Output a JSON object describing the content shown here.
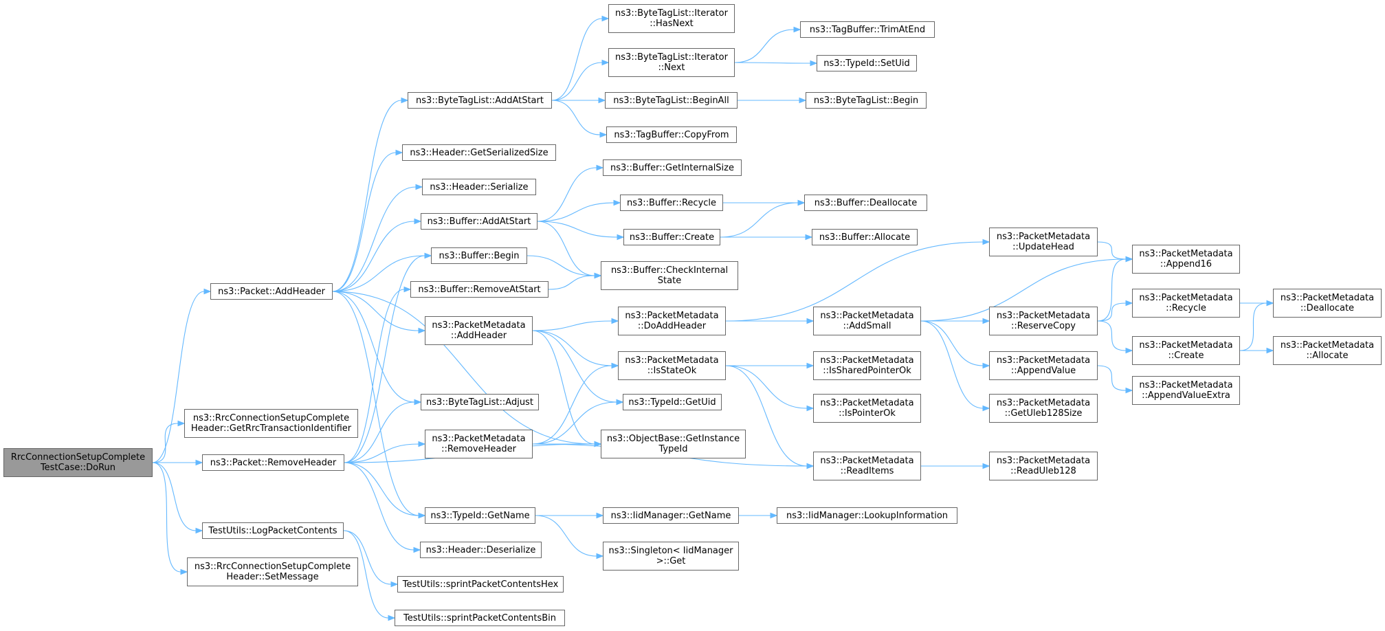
{
  "colors": {
    "edge": "#63b8ff",
    "node_border": "#666666",
    "root_fill": "#999999",
    "node_fill": "#ffffff"
  },
  "nodes": [
    {
      "id": "root",
      "label": "RrcConnectionSetupComplete\nTestCase::DoRun"
    },
    {
      "id": "addheader",
      "label": "ns3::Packet::AddHeader"
    },
    {
      "id": "getrrc",
      "label": "ns3::RrcConnectionSetupComplete\nHeader::GetRrcTransactionIdentifier"
    },
    {
      "id": "removeheader",
      "label": "ns3::Packet::RemoveHeader"
    },
    {
      "id": "logpkt",
      "label": "TestUtils::LogPacketContents"
    },
    {
      "id": "setmsg",
      "label": "ns3::RrcConnectionSetupComplete\nHeader::SetMessage"
    },
    {
      "id": "btl_addatstart",
      "label": "ns3::ByteTagList::AddAtStart"
    },
    {
      "id": "hdr_getsize",
      "label": "ns3::Header::GetSerializedSize"
    },
    {
      "id": "hdr_serialize",
      "label": "ns3::Header::Serialize"
    },
    {
      "id": "buf_addatstart",
      "label": "ns3::Buffer::AddAtStart"
    },
    {
      "id": "buf_begin",
      "label": "ns3::Buffer::Begin"
    },
    {
      "id": "buf_removeatstart",
      "label": "ns3::Buffer::RemoveAtStart"
    },
    {
      "id": "pm_addheader",
      "label": "ns3::PacketMetadata\n::AddHeader"
    },
    {
      "id": "btl_adjust",
      "label": "ns3::ByteTagList::Adjust"
    },
    {
      "id": "pm_removeheader",
      "label": "ns3::PacketMetadata\n::RemoveHeader"
    },
    {
      "id": "typeid_getname",
      "label": "ns3::TypeId::GetName"
    },
    {
      "id": "hdr_deserialize",
      "label": "ns3::Header::Deserialize"
    },
    {
      "id": "tu_hex",
      "label": "TestUtils::sprintPacketContentsHex"
    },
    {
      "id": "tu_bin",
      "label": "TestUtils::sprintPacketContentsBin"
    },
    {
      "id": "it_hasnext",
      "label": "ns3::ByteTagList::Iterator\n::HasNext"
    },
    {
      "id": "it_next",
      "label": "ns3::ByteTagList::Iterator\n::Next"
    },
    {
      "id": "btl_beginall",
      "label": "ns3::ByteTagList::BeginAll"
    },
    {
      "id": "tb_copyfrom",
      "label": "ns3::TagBuffer::CopyFrom"
    },
    {
      "id": "buf_getinternalsize",
      "label": "ns3::Buffer::GetInternalSize"
    },
    {
      "id": "buf_recycle",
      "label": "ns3::Buffer::Recycle"
    },
    {
      "id": "buf_create",
      "label": "ns3::Buffer::Create"
    },
    {
      "id": "buf_checkinternal",
      "label": "ns3::Buffer::CheckInternal\nState"
    },
    {
      "id": "pm_doaddheader",
      "label": "ns3::PacketMetadata\n::DoAddHeader"
    },
    {
      "id": "pm_isstateok",
      "label": "ns3::PacketMetadata\n::IsStateOk"
    },
    {
      "id": "typeid_getuid",
      "label": "ns3::TypeId::GetUid"
    },
    {
      "id": "ob_getinstancetypeid",
      "label": "ns3::ObjectBase::GetInstance\nTypeId"
    },
    {
      "id": "iid_getname",
      "label": "ns3::IidManager::GetName"
    },
    {
      "id": "singleton_get",
      "label": "ns3::Singleton< IidManager\n>::Get"
    },
    {
      "id": "tb_trimatend",
      "label": "ns3::TagBuffer::TrimAtEnd"
    },
    {
      "id": "typeid_setuid",
      "label": "ns3::TypeId::SetUid"
    },
    {
      "id": "btl_begin",
      "label": "ns3::ByteTagList::Begin"
    },
    {
      "id": "buf_deallocate",
      "label": "ns3::Buffer::Deallocate"
    },
    {
      "id": "buf_allocate",
      "label": "ns3::Buffer::Allocate"
    },
    {
      "id": "pm_addsmall",
      "label": "ns3::PacketMetadata\n::AddSmall"
    },
    {
      "id": "pm_issharedpointerok",
      "label": "ns3::PacketMetadata\n::IsSharedPointerOk"
    },
    {
      "id": "pm_ispointerok",
      "label": "ns3::PacketMetadata\n::IsPointerOk"
    },
    {
      "id": "pm_readitems",
      "label": "ns3::PacketMetadata\n::ReadItems"
    },
    {
      "id": "iid_lookup",
      "label": "ns3::IidManager::LookupInformation"
    },
    {
      "id": "pm_updatehead",
      "label": "ns3::PacketMetadata\n::UpdateHead"
    },
    {
      "id": "pm_reservecopy",
      "label": "ns3::PacketMetadata\n::ReserveCopy"
    },
    {
      "id": "pm_appendvalue",
      "label": "ns3::PacketMetadata\n::AppendValue"
    },
    {
      "id": "pm_getuleb128size",
      "label": "ns3::PacketMetadata\n::GetUleb128Size"
    },
    {
      "id": "pm_readuleb128",
      "label": "ns3::PacketMetadata\n::ReadUleb128"
    },
    {
      "id": "pm_append16",
      "label": "ns3::PacketMetadata\n::Append16"
    },
    {
      "id": "pm_recycle",
      "label": "ns3::PacketMetadata\n::Recycle"
    },
    {
      "id": "pm_create",
      "label": "ns3::PacketMetadata\n::Create"
    },
    {
      "id": "pm_appendvalueextra",
      "label": "ns3::PacketMetadata\n::AppendValueExtra"
    },
    {
      "id": "pm_deallocate",
      "label": "ns3::PacketMetadata\n::Deallocate"
    },
    {
      "id": "pm_allocate",
      "label": "ns3::PacketMetadata\n::Allocate"
    }
  ],
  "edges": [
    [
      "root",
      "addheader"
    ],
    [
      "root",
      "getrrc"
    ],
    [
      "root",
      "removeheader"
    ],
    [
      "root",
      "logpkt"
    ],
    [
      "root",
      "setmsg"
    ],
    [
      "addheader",
      "btl_addatstart"
    ],
    [
      "addheader",
      "hdr_getsize"
    ],
    [
      "addheader",
      "hdr_serialize"
    ],
    [
      "addheader",
      "buf_addatstart"
    ],
    [
      "addheader",
      "buf_begin"
    ],
    [
      "addheader",
      "pm_addheader"
    ],
    [
      "addheader",
      "btl_adjust"
    ],
    [
      "addheader",
      "ob_getinstancetypeid"
    ],
    [
      "addheader",
      "typeid_getname"
    ],
    [
      "removeheader",
      "buf_begin"
    ],
    [
      "removeheader",
      "buf_removeatstart"
    ],
    [
      "removeheader",
      "btl_adjust"
    ],
    [
      "removeheader",
      "pm_removeheader"
    ],
    [
      "removeheader",
      "ob_getinstancetypeid"
    ],
    [
      "removeheader",
      "typeid_getname"
    ],
    [
      "removeheader",
      "hdr_deserialize"
    ],
    [
      "logpkt",
      "tu_hex"
    ],
    [
      "logpkt",
      "tu_bin"
    ],
    [
      "btl_addatstart",
      "it_hasnext"
    ],
    [
      "btl_addatstart",
      "it_next"
    ],
    [
      "btl_addatstart",
      "btl_beginall"
    ],
    [
      "btl_addatstart",
      "tb_copyfrom"
    ],
    [
      "it_next",
      "tb_trimatend"
    ],
    [
      "it_next",
      "typeid_setuid"
    ],
    [
      "btl_beginall",
      "btl_begin"
    ],
    [
      "buf_addatstart",
      "buf_getinternalsize"
    ],
    [
      "buf_addatstart",
      "buf_recycle"
    ],
    [
      "buf_addatstart",
      "buf_create"
    ],
    [
      "buf_addatstart",
      "buf_checkinternal"
    ],
    [
      "buf_begin",
      "buf_checkinternal"
    ],
    [
      "buf_removeatstart",
      "buf_checkinternal"
    ],
    [
      "buf_recycle",
      "buf_deallocate"
    ],
    [
      "buf_create",
      "buf_deallocate"
    ],
    [
      "buf_create",
      "buf_allocate"
    ],
    [
      "pm_addheader",
      "pm_doaddheader"
    ],
    [
      "pm_addheader",
      "pm_isstateok"
    ],
    [
      "pm_addheader",
      "typeid_getuid"
    ],
    [
      "pm_addheader",
      "ob_getinstancetypeid"
    ],
    [
      "pm_removeheader",
      "pm_isstateok"
    ],
    [
      "pm_removeheader",
      "typeid_getuid"
    ],
    [
      "pm_removeheader",
      "ob_getinstancetypeid"
    ],
    [
      "pm_removeheader",
      "pm_readitems"
    ],
    [
      "typeid_getname",
      "iid_getname"
    ],
    [
      "typeid_getname",
      "singleton_get"
    ],
    [
      "iid_getname",
      "iid_lookup"
    ],
    [
      "pm_doaddheader",
      "pm_updatehead"
    ],
    [
      "pm_doaddheader",
      "pm_addsmall"
    ],
    [
      "pm_isstateok",
      "pm_issharedpointerok"
    ],
    [
      "pm_isstateok",
      "pm_ispointerok"
    ],
    [
      "pm_isstateok",
      "pm_readitems"
    ],
    [
      "pm_addsmall",
      "pm_append16"
    ],
    [
      "pm_addsmall",
      "pm_reservecopy"
    ],
    [
      "pm_addsmall",
      "pm_appendvalue"
    ],
    [
      "pm_addsmall",
      "pm_getuleb128size"
    ],
    [
      "pm_updatehead",
      "pm_append16"
    ],
    [
      "pm_readitems",
      "pm_readuleb128"
    ],
    [
      "pm_reservecopy",
      "pm_append16"
    ],
    [
      "pm_reservecopy",
      "pm_recycle"
    ],
    [
      "pm_reservecopy",
      "pm_create"
    ],
    [
      "pm_appendvalue",
      "pm_appendvalueextra"
    ],
    [
      "pm_recycle",
      "pm_deallocate"
    ],
    [
      "pm_create",
      "pm_deallocate"
    ],
    [
      "pm_create",
      "pm_allocate"
    ]
  ]
}
